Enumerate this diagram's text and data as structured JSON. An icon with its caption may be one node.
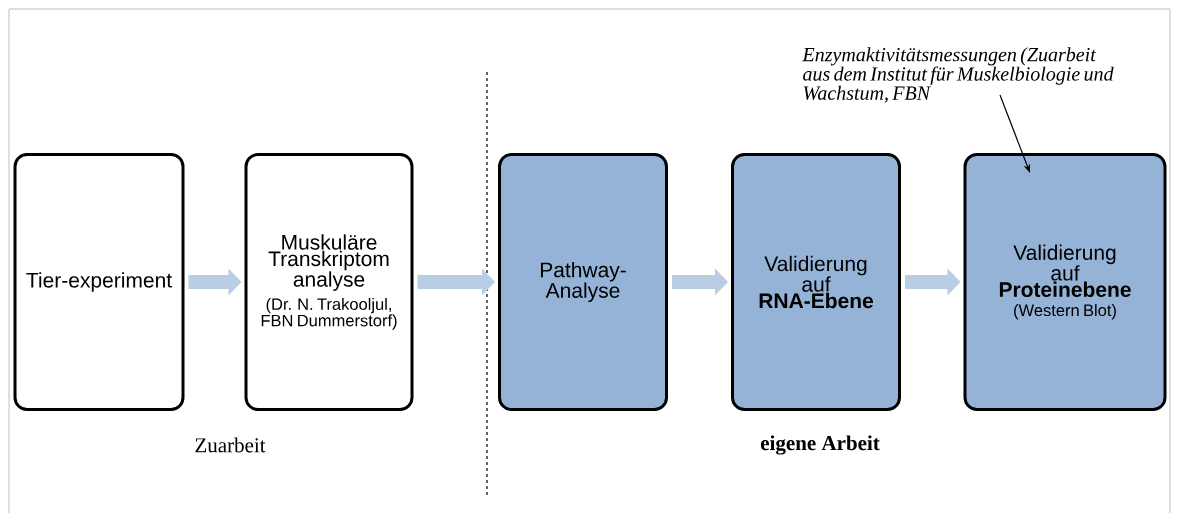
{
  "diagram": {
    "nodes": [
      {
        "text": [
          "Tier-experiment"
        ]
      },
      {
        "text": [
          "Muskuläre Transkriptom analyse",
          "(Dr. N. Trakooljul, FBN Dummerstorf)"
        ]
      },
      {
        "text": [
          "Pathway-Analyse"
        ]
      },
      {
        "text": [
          "Validierung auf",
          "RNA-Ebene"
        ]
      },
      {
        "text": [
          "Validierung auf",
          "Proteinebene",
          "(Western Blot)"
        ]
      },
      {
        "text": [
          "Enzymaktivitätsmessungen (Zuarbeit aus dem Institut für Muskelbiologie und Wachstum, FBN"
        ]
      }
    ],
    "edges": [
      {
        "from": 0,
        "to": 1,
        "arrow": "to"
      },
      {
        "from": 1,
        "to": 2,
        "arrow": "to"
      },
      {
        "from": 2,
        "to": 3,
        "arrow": "to"
      },
      {
        "from": 3,
        "to": 4,
        "arrow": "to"
      },
      {
        "from": 5,
        "to": 4,
        "arrow": "to",
        "color": "#000000"
      }
    ],
    "labels": [
      "Zuarbeit",
      "**eigene Arbeit**"
    ]
  }
}
